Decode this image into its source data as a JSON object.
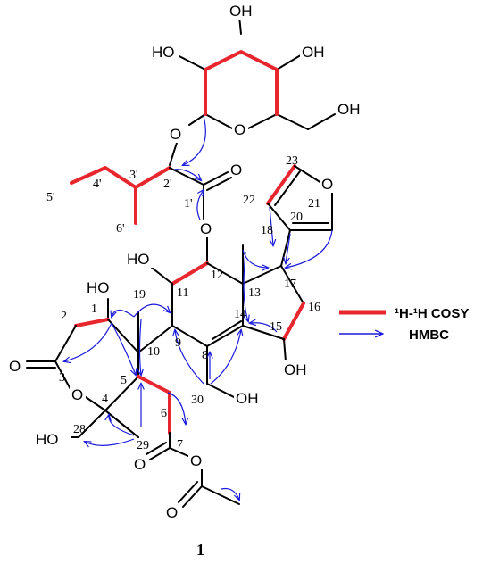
{
  "compound_label": "1",
  "legend": {
    "cosy_label": "¹H-¹H COSY",
    "hmbc_label": "HMBC",
    "cosy_color": "#e8262d",
    "hmbc_color": "#1a1adc"
  },
  "atoms": {
    "oh_sugar_top": "OH",
    "oh_sugar_left": "HO",
    "oh_sugar_right": "OH",
    "oh_sugar_ch2": "OH",
    "o_ring": "O",
    "o_glyco": "O",
    "o_carbonyl_1p": "O",
    "o_furan": "O",
    "o_ester_12": "O",
    "oh_11": "HO",
    "oh_1": "HO",
    "o_lactone_carbonyl": "O",
    "o_lactone_ring": "O",
    "oh_30": "OH",
    "oh_15": "OH",
    "oh_28": "HO",
    "o_carbonyl_7": "O",
    "o_ester_7": "O",
    "o_acetyl": "O"
  },
  "numbers": {
    "n5p": "5'",
    "n4p": "4'",
    "n3p": "3'",
    "n2p": "2'",
    "n1p": "1'",
    "n6p": "6'",
    "n23": "23",
    "n22": "22",
    "n20": "20",
    "n21": "21",
    "n18": "18",
    "n17": "17",
    "n16": "16",
    "n15": "15",
    "n13": "13",
    "n14": "14",
    "n12": "12",
    "n11": "11",
    "n19": "19",
    "n1": "1",
    "n2": "2",
    "n3": "3",
    "n10": "10",
    "n9": "9",
    "n8": "8",
    "n5": "5",
    "n4": "4",
    "n6": "6",
    "n30": "30",
    "n28": "28",
    "n29": "29",
    "n7": "7"
  }
}
